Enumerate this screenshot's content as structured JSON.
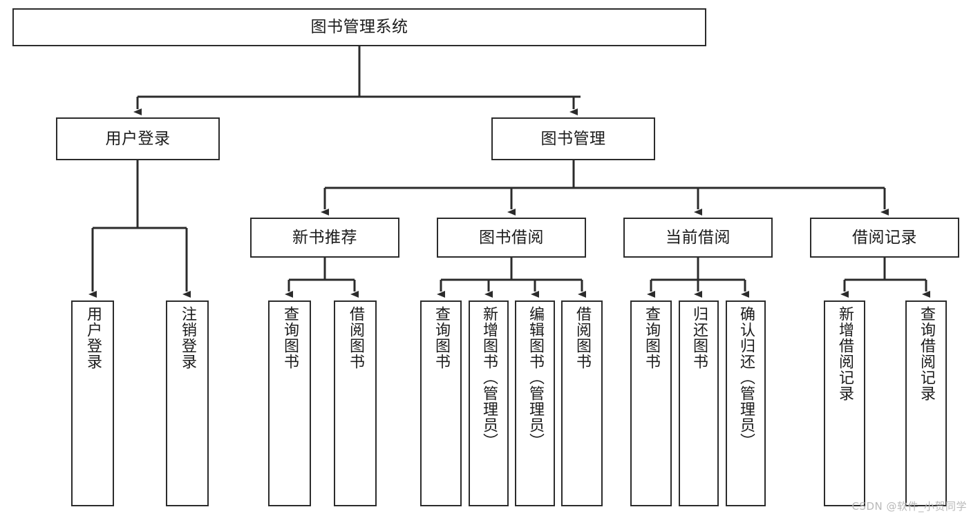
{
  "diagram": {
    "title": "图书管理系统",
    "type": "tree-hierarchy",
    "root": {
      "label": "图书管理系统"
    },
    "level2": [
      {
        "label": "用户登录"
      },
      {
        "label": "图书管理"
      }
    ],
    "level3": [
      {
        "label": "新书推荐"
      },
      {
        "label": "图书借阅"
      },
      {
        "label": "当前借阅"
      },
      {
        "label": "借阅记录"
      }
    ],
    "leaves": [
      {
        "label": "用户登录",
        "parent": "用户登录"
      },
      {
        "label": "注销登录",
        "parent": "用户登录"
      },
      {
        "label": "查询图书",
        "parent": "新书推荐"
      },
      {
        "label": "借阅图书",
        "parent": "新书推荐"
      },
      {
        "label": "查询图书",
        "parent": "图书借阅"
      },
      {
        "label": "新增图书（管理员）",
        "parent": "图书借阅"
      },
      {
        "label": "编辑图书（管理员）",
        "parent": "图书借阅"
      },
      {
        "label": "借阅图书",
        "parent": "图书借阅"
      },
      {
        "label": "查询图书",
        "parent": "当前借阅"
      },
      {
        "label": "归还图书",
        "parent": "当前借阅"
      },
      {
        "label": "确认归还（管理员）",
        "parent": "当前借阅"
      },
      {
        "label": "新增借阅记录",
        "parent": "借阅记录"
      },
      {
        "label": "查询借阅记录",
        "parent": "借阅记录"
      }
    ]
  },
  "watermark": {
    "text": "CSDN @软件_小贺同学"
  },
  "colors": {
    "stroke": "#2b2b2b",
    "background": "#ffffff",
    "text": "#1b1b1b",
    "watermark": "#b9b9b9"
  }
}
